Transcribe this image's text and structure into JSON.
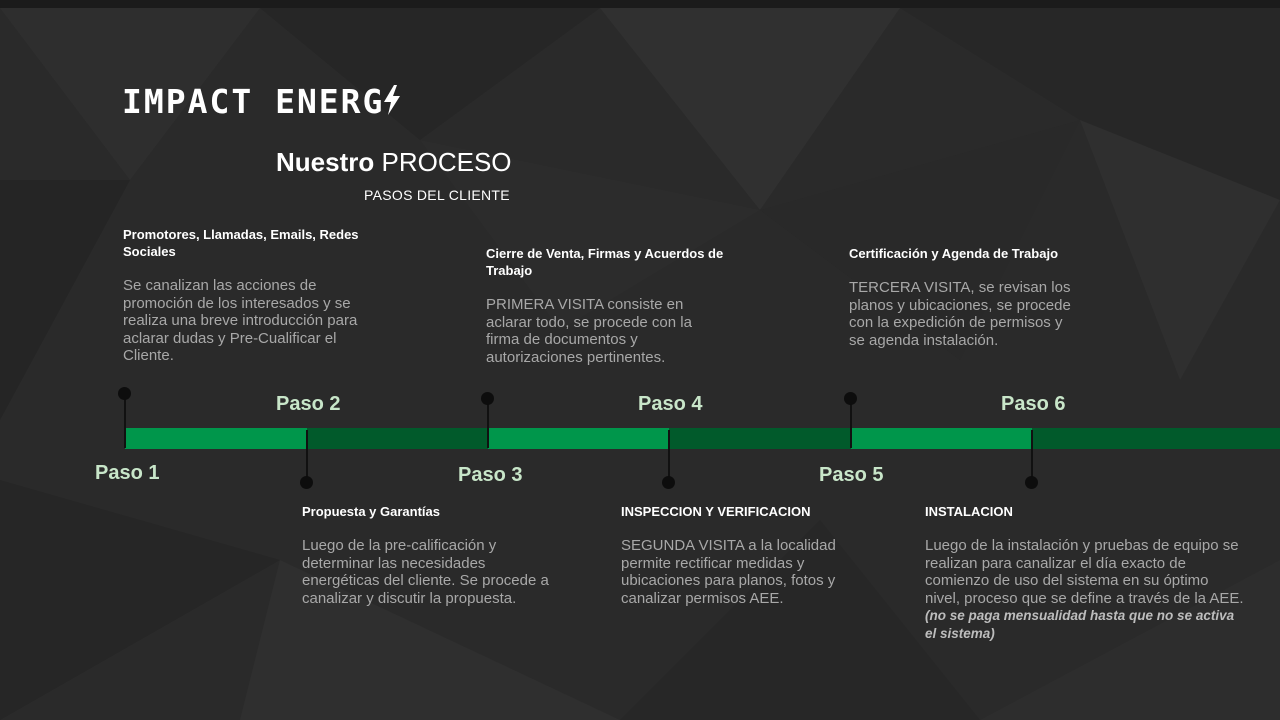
{
  "brand": {
    "logo_text": "IMPACT ENERG"
  },
  "header": {
    "title_bold": "Nuestro",
    "title_rest": "PROCESO",
    "subtitle": "PASOS DEL CLIENTE"
  },
  "steps": [
    {
      "label": "Paso 1",
      "heading": "Promotores, Llamadas, Emails, Redes Sociales",
      "body": "Se canalizan las acciones de promoción de los interesados y se realiza una breve introducción para aclarar dudas y Pre-Cualificar el Cliente."
    },
    {
      "label": "Paso 2",
      "heading": "Propuesta y Garantías",
      "body": "Luego de la pre-calificación y determinar las necesidades energéticas del cliente.  Se procede a canalizar y discutir la propuesta."
    },
    {
      "label": "Paso 3",
      "heading": "Cierre de Venta, Firmas y Acuerdos de Trabajo",
      "body": "PRIMERA VISITA consiste en aclarar  todo, se procede con la firma de documentos y autorizaciones pertinentes."
    },
    {
      "label": "Paso 4",
      "heading": "INSPECCION  Y VERIFICACION",
      "body": "SEGUNDA VISITA a la localidad permite  rectificar medidas y ubicaciones para planos, fotos y canalizar permisos AEE."
    },
    {
      "label": "Paso 5",
      "heading": "Certificación y Agenda de Trabajo",
      "body": "TERCERA VISITA, se revisan los planos y ubicaciones, se procede con la expedición de permisos y se agenda instalación."
    },
    {
      "label": "Paso 6",
      "heading": "INSTALACION",
      "body": "Luego de la instalación y pruebas de equipo se realizan para canalizar el día exacto de comienzo de uso del sistema en su óptimo nivel, proceso que se define a través de la AEE.",
      "note_open": "(",
      "note": "no se paga mensualidad hasta que no se activa el sistema",
      "note_close": ")"
    }
  ],
  "colors": {
    "track_light": "#00964b",
    "track_dark": "#015a2b",
    "paso_text": "#c8e6c9",
    "background": "#2a2a2a"
  }
}
